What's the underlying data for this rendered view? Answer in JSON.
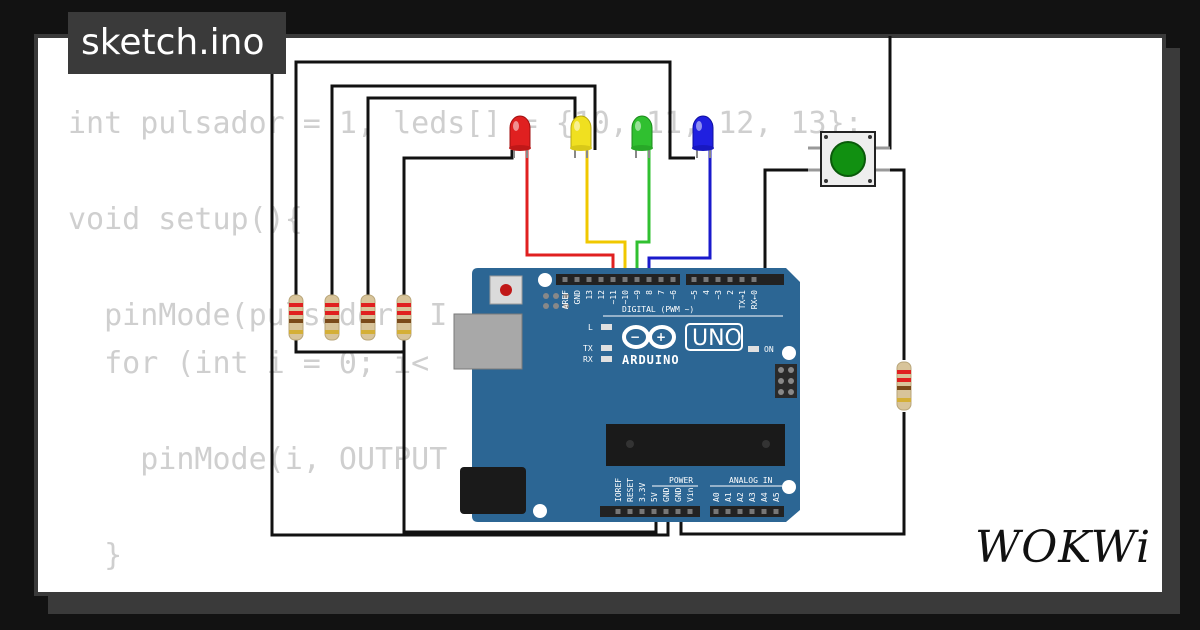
{
  "tab": {
    "title": "sketch.ino"
  },
  "code": {
    "lines": [
      "int pulsador = 1, leds[] = {10, 11, 12, 13};",
      "",
      "void setup(){",
      "",
      "  pinMode(pulsador, I",
      "  for (int i = 0; i<",
      "",
      "    pinMode(i, OUTPUT",
      "",
      "  }"
    ]
  },
  "board": {
    "logo_text": "UNO",
    "brand": "ARDUINO",
    "digital_label": "DIGITAL (PWM ~)",
    "power_label": "POWER",
    "analog_label": "ANALOG IN",
    "on_label": "ON",
    "l_label": "L",
    "tx_label": "TX",
    "rx_label": "RX",
    "digital_pins": [
      "AREF",
      "GND",
      "13",
      "12",
      "~11",
      "~10",
      "~9",
      "8",
      "7",
      "~6",
      "~5",
      "4",
      "~3",
      "2",
      "TX→1",
      "RX←0"
    ],
    "power_pins": [
      "IOREF",
      "RESET",
      "3.3V",
      "5V",
      "GND",
      "GND",
      "Vin"
    ],
    "analog_pins": [
      "A0",
      "A1",
      "A2",
      "A3",
      "A4",
      "A5"
    ]
  },
  "colors": {
    "board": "#2c6694",
    "led_red": "#e02020",
    "led_yellow": "#f0e020",
    "led_green": "#30c030",
    "led_blue": "#2020e0",
    "button": "#119011"
  },
  "brand": {
    "name": "WOKWi"
  }
}
